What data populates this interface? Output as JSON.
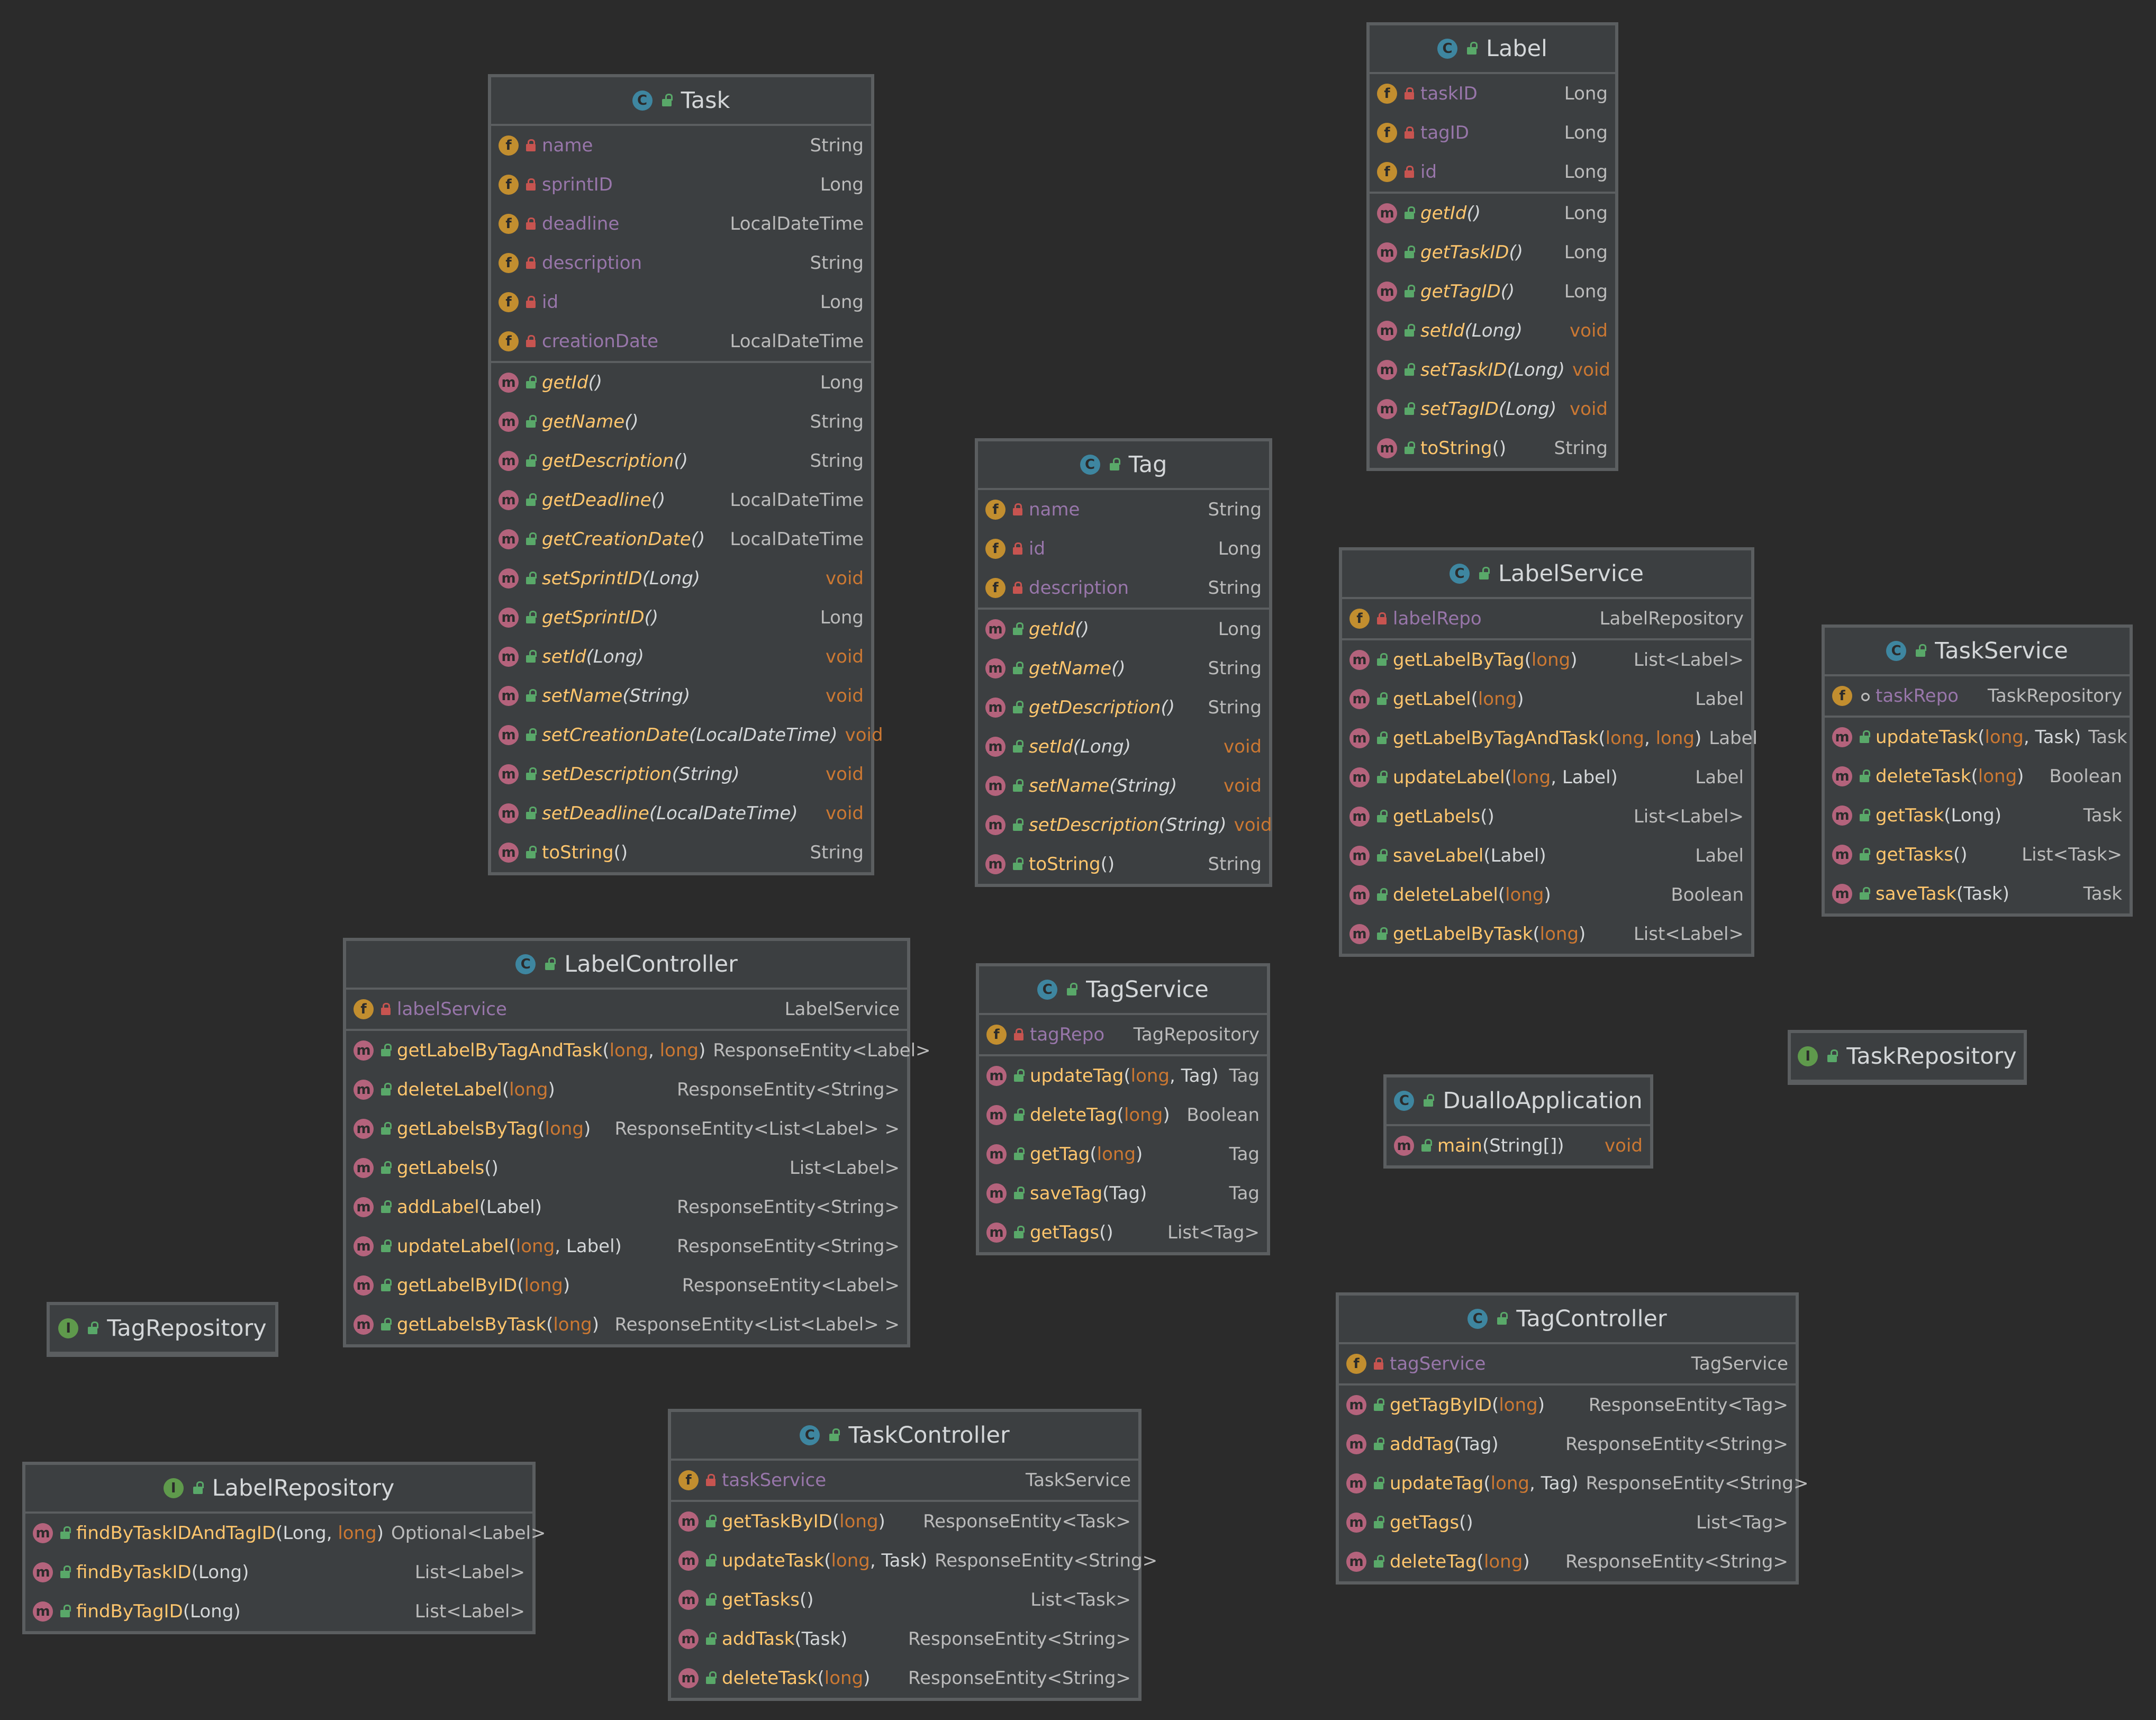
{
  "colors": {
    "background": "#2b2b2b",
    "box": "#3c3f41",
    "border": "#5b5e60",
    "field": "#9876aa",
    "method": "#ffc66d",
    "keyword": "#cc7832",
    "type": "#bbbbbb"
  },
  "classes": {
    "task": {
      "name": "Task",
      "kind": "class",
      "fields": [
        {
          "name": "name",
          "type": "String"
        },
        {
          "name": "sprintID",
          "type": "Long"
        },
        {
          "name": "deadline",
          "type": "LocalDateTime"
        },
        {
          "name": "description",
          "type": "String"
        },
        {
          "name": "id",
          "type": "Long"
        },
        {
          "name": "creationDate",
          "type": "LocalDateTime"
        }
      ],
      "methods": [
        {
          "name": "getId",
          "params": "()",
          "type": "Long"
        },
        {
          "name": "getName",
          "params": "()",
          "type": "String"
        },
        {
          "name": "getDescription",
          "params": "()",
          "type": "String"
        },
        {
          "name": "getDeadline",
          "params": "()",
          "type": "LocalDateTime"
        },
        {
          "name": "getCreationDate",
          "params": "()",
          "type": "LocalDateTime"
        },
        {
          "name": "setSprintID",
          "params": "(Long)",
          "type": "void"
        },
        {
          "name": "getSprintID",
          "params": "()",
          "type": "Long"
        },
        {
          "name": "setId",
          "params": "(Long)",
          "type": "void"
        },
        {
          "name": "setName",
          "params": "(String)",
          "type": "void"
        },
        {
          "name": "setCreationDate",
          "params": "(LocalDateTime)",
          "type": "void"
        },
        {
          "name": "setDescription",
          "params": "(String)",
          "type": "void"
        },
        {
          "name": "setDeadline",
          "params": "(LocalDateTime)",
          "type": "void"
        },
        {
          "name": "toString",
          "params": "()",
          "type": "String"
        }
      ]
    },
    "label": {
      "name": "Label",
      "kind": "class",
      "fields": [
        {
          "name": "taskID",
          "type": "Long"
        },
        {
          "name": "tagID",
          "type": "Long"
        },
        {
          "name": "id",
          "type": "Long"
        }
      ],
      "methods": [
        {
          "name": "getId",
          "params": "()",
          "type": "Long"
        },
        {
          "name": "getTaskID",
          "params": "()",
          "type": "Long"
        },
        {
          "name": "getTagID",
          "params": "()",
          "type": "Long"
        },
        {
          "name": "setId",
          "params": "(Long)",
          "type": "void"
        },
        {
          "name": "setTaskID",
          "params": "(Long)",
          "type": "void"
        },
        {
          "name": "setTagID",
          "params": "(Long)",
          "type": "void"
        },
        {
          "name": "toString",
          "params": "()",
          "type": "String"
        }
      ]
    },
    "tag": {
      "name": "Tag",
      "kind": "class",
      "fields": [
        {
          "name": "name",
          "type": "String"
        },
        {
          "name": "id",
          "type": "Long"
        },
        {
          "name": "description",
          "type": "String"
        }
      ],
      "methods": [
        {
          "name": "getId",
          "params": "()",
          "type": "Long"
        },
        {
          "name": "getName",
          "params": "()",
          "type": "String"
        },
        {
          "name": "getDescription",
          "params": "()",
          "type": "String"
        },
        {
          "name": "setId",
          "params": "(Long)",
          "type": "void"
        },
        {
          "name": "setName",
          "params": "(String)",
          "type": "void"
        },
        {
          "name": "setDescription",
          "params": "(String)",
          "type": "void"
        },
        {
          "name": "toString",
          "params": "()",
          "type": "String"
        }
      ]
    },
    "labelService": {
      "name": "LabelService",
      "kind": "class",
      "fields": [
        {
          "name": "labelRepo",
          "type": "LabelRepository"
        }
      ],
      "methods": [
        {
          "name": "getLabelByTag",
          "params": "(long)",
          "type": "List<Label>"
        },
        {
          "name": "getLabel",
          "params": "(long)",
          "type": "Label"
        },
        {
          "name": "getLabelByTagAndTask",
          "params": "(long, long)",
          "type": "Label"
        },
        {
          "name": "updateLabel",
          "params": "(long, Label)",
          "type": "Label"
        },
        {
          "name": "getLabels",
          "params": "()",
          "type": "List<Label>"
        },
        {
          "name": "saveLabel",
          "params": "(Label)",
          "type": "Label"
        },
        {
          "name": "deleteLabel",
          "params": "(long)",
          "type": "Boolean"
        },
        {
          "name": "getLabelByTask",
          "params": "(long)",
          "type": "List<Label>"
        }
      ]
    },
    "taskService": {
      "name": "TaskService",
      "kind": "class",
      "fields": [
        {
          "name": "taskRepo",
          "type": "TaskRepository"
        }
      ],
      "methods": [
        {
          "name": "updateTask",
          "params": "(long, Task)",
          "type": "Task"
        },
        {
          "name": "deleteTask",
          "params": "(long)",
          "type": "Boolean"
        },
        {
          "name": "getTask",
          "params": "(Long)",
          "type": "Task"
        },
        {
          "name": "getTasks",
          "params": "()",
          "type": "List<Task>"
        },
        {
          "name": "saveTask",
          "params": "(Task)",
          "type": "Task"
        }
      ]
    },
    "labelController": {
      "name": "LabelController",
      "kind": "class",
      "fields": [
        {
          "name": "labelService",
          "type": "LabelService"
        }
      ],
      "methods": [
        {
          "name": "getLabelByTagAndTask",
          "params": "(long, long)",
          "type": "ResponseEntity<Label>"
        },
        {
          "name": "deleteLabel",
          "params": "(long)",
          "type": "ResponseEntity<String>"
        },
        {
          "name": "getLabelsByTag",
          "params": "(long)",
          "type": "ResponseEntity<List<Label> >"
        },
        {
          "name": "getLabels",
          "params": "()",
          "type": "List<Label>"
        },
        {
          "name": "addLabel",
          "params": "(Label)",
          "type": "ResponseEntity<String>"
        },
        {
          "name": "updateLabel",
          "params": "(long, Label)",
          "type": "ResponseEntity<String>"
        },
        {
          "name": "getLabelByID",
          "params": "(long)",
          "type": "ResponseEntity<Label>"
        },
        {
          "name": "getLabelsByTask",
          "params": "(long)",
          "type": "ResponseEntity<List<Label> >"
        }
      ]
    },
    "tagService": {
      "name": "TagService",
      "kind": "class",
      "fields": [
        {
          "name": "tagRepo",
          "type": "TagRepository"
        }
      ],
      "methods": [
        {
          "name": "updateTag",
          "params": "(long, Tag)",
          "type": "Tag"
        },
        {
          "name": "deleteTag",
          "params": "(long)",
          "type": "Boolean"
        },
        {
          "name": "getTag",
          "params": "(long)",
          "type": "Tag"
        },
        {
          "name": "saveTag",
          "params": "(Tag)",
          "type": "Tag"
        },
        {
          "name": "getTags",
          "params": "()",
          "type": "List<Tag>"
        }
      ]
    },
    "taskRepository": {
      "name": "TaskRepository",
      "kind": "interface",
      "fields": [],
      "methods": []
    },
    "duallo": {
      "name": "DualloApplication",
      "kind": "class",
      "fields": [],
      "methods": [
        {
          "name": "main",
          "params": "(String[])",
          "type": "void"
        }
      ]
    },
    "tagRepository": {
      "name": "TagRepository",
      "kind": "interface",
      "fields": [],
      "methods": []
    },
    "tagController": {
      "name": "TagController",
      "kind": "class",
      "fields": [
        {
          "name": "tagService",
          "type": "TagService"
        }
      ],
      "methods": [
        {
          "name": "getTagByID",
          "params": "(long)",
          "type": "ResponseEntity<Tag>"
        },
        {
          "name": "addTag",
          "params": "(Tag)",
          "type": "ResponseEntity<String>"
        },
        {
          "name": "updateTag",
          "params": "(long, Tag)",
          "type": "ResponseEntity<String>"
        },
        {
          "name": "getTags",
          "params": "()",
          "type": "List<Tag>"
        },
        {
          "name": "deleteTag",
          "params": "(long)",
          "type": "ResponseEntity<String>"
        }
      ]
    },
    "labelRepository": {
      "name": "LabelRepository",
      "kind": "interface",
      "fields": [],
      "methods": [
        {
          "name": "findByTaskIDAndTagID",
          "params": "(Long, long)",
          "type": "Optional<Label>"
        },
        {
          "name": "findByTaskID",
          "params": "(Long)",
          "type": "List<Label>"
        },
        {
          "name": "findByTagID",
          "params": "(Long)",
          "type": "List<Label>"
        }
      ]
    },
    "taskController": {
      "name": "TaskController",
      "kind": "class",
      "fields": [
        {
          "name": "taskService",
          "type": "TaskService"
        }
      ],
      "methods": [
        {
          "name": "getTaskByID",
          "params": "(long)",
          "type": "ResponseEntity<Task>"
        },
        {
          "name": "updateTask",
          "params": "(long, Task)",
          "type": "ResponseEntity<String>"
        },
        {
          "name": "getTasks",
          "params": "()",
          "type": "List<Task>"
        },
        {
          "name": "addTask",
          "params": "(Task)",
          "type": "ResponseEntity<String>"
        },
        {
          "name": "deleteTask",
          "params": "(long)",
          "type": "ResponseEntity<String>"
        }
      ]
    }
  }
}
